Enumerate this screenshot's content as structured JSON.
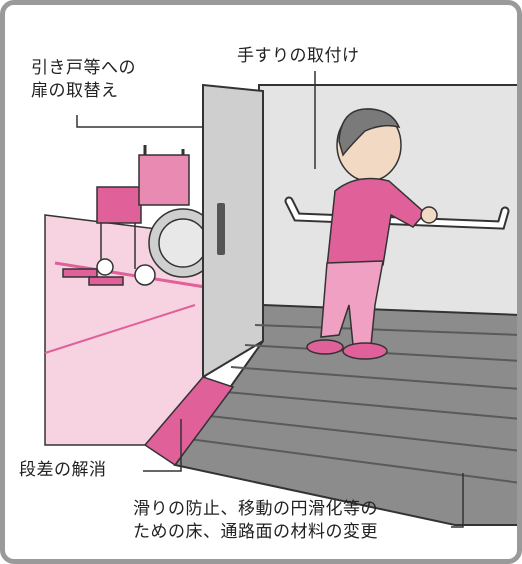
{
  "labels": {
    "sliding_door": [
      "引き戸等への",
      "扉の取替え"
    ],
    "handrail": "手すりの取付け",
    "step": "段差の解消",
    "floor": [
      "滑りの防止、移動の円滑化等の",
      "ための床、通路面の材料の変更"
    ]
  },
  "colors": {
    "pink": "#e0609a",
    "light_pink": "#f7d3e2",
    "floor_gray": "#8c8c8c",
    "wall_gray": "#dcdcdc",
    "outline": "#333333",
    "frame": "#9a9a9a"
  }
}
